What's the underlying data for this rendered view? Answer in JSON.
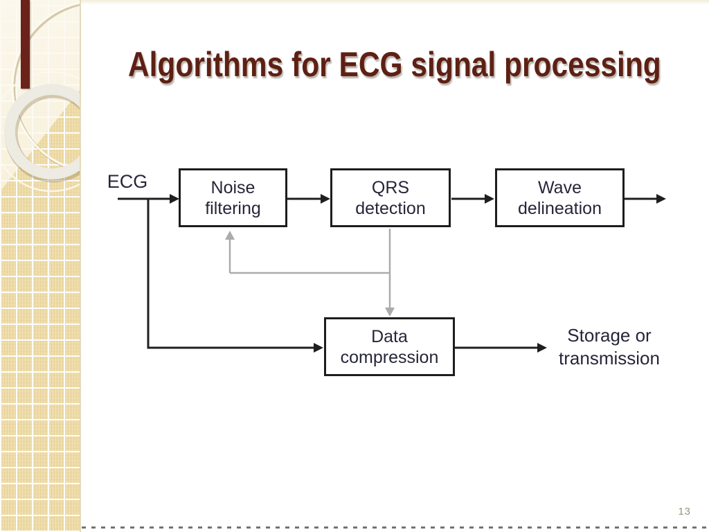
{
  "slide": {
    "title": "Algorithms for ECG signal processing",
    "page_number": "13"
  },
  "diagram": {
    "input_label": "ECG",
    "boxes": [
      {
        "id": "noise-filtering",
        "line1": "Noise",
        "line2": "filtering"
      },
      {
        "id": "qrs-detection",
        "line1": "QRS",
        "line2": "detection"
      },
      {
        "id": "wave-delineation",
        "line1": "Wave",
        "line2": "delineation"
      },
      {
        "id": "data-compression",
        "line1": "Data",
        "line2": "compression"
      }
    ],
    "output_label": {
      "line1": "Storage or",
      "line2": "transmission"
    }
  },
  "colors": {
    "title_text": "#5E2014",
    "diagram_text": "#26263A",
    "flow_line": "#1F1F1F",
    "feedback_line": "#ABABAB",
    "sidebar_base": "#ECD9A2",
    "ribbon": "#6B221A"
  }
}
